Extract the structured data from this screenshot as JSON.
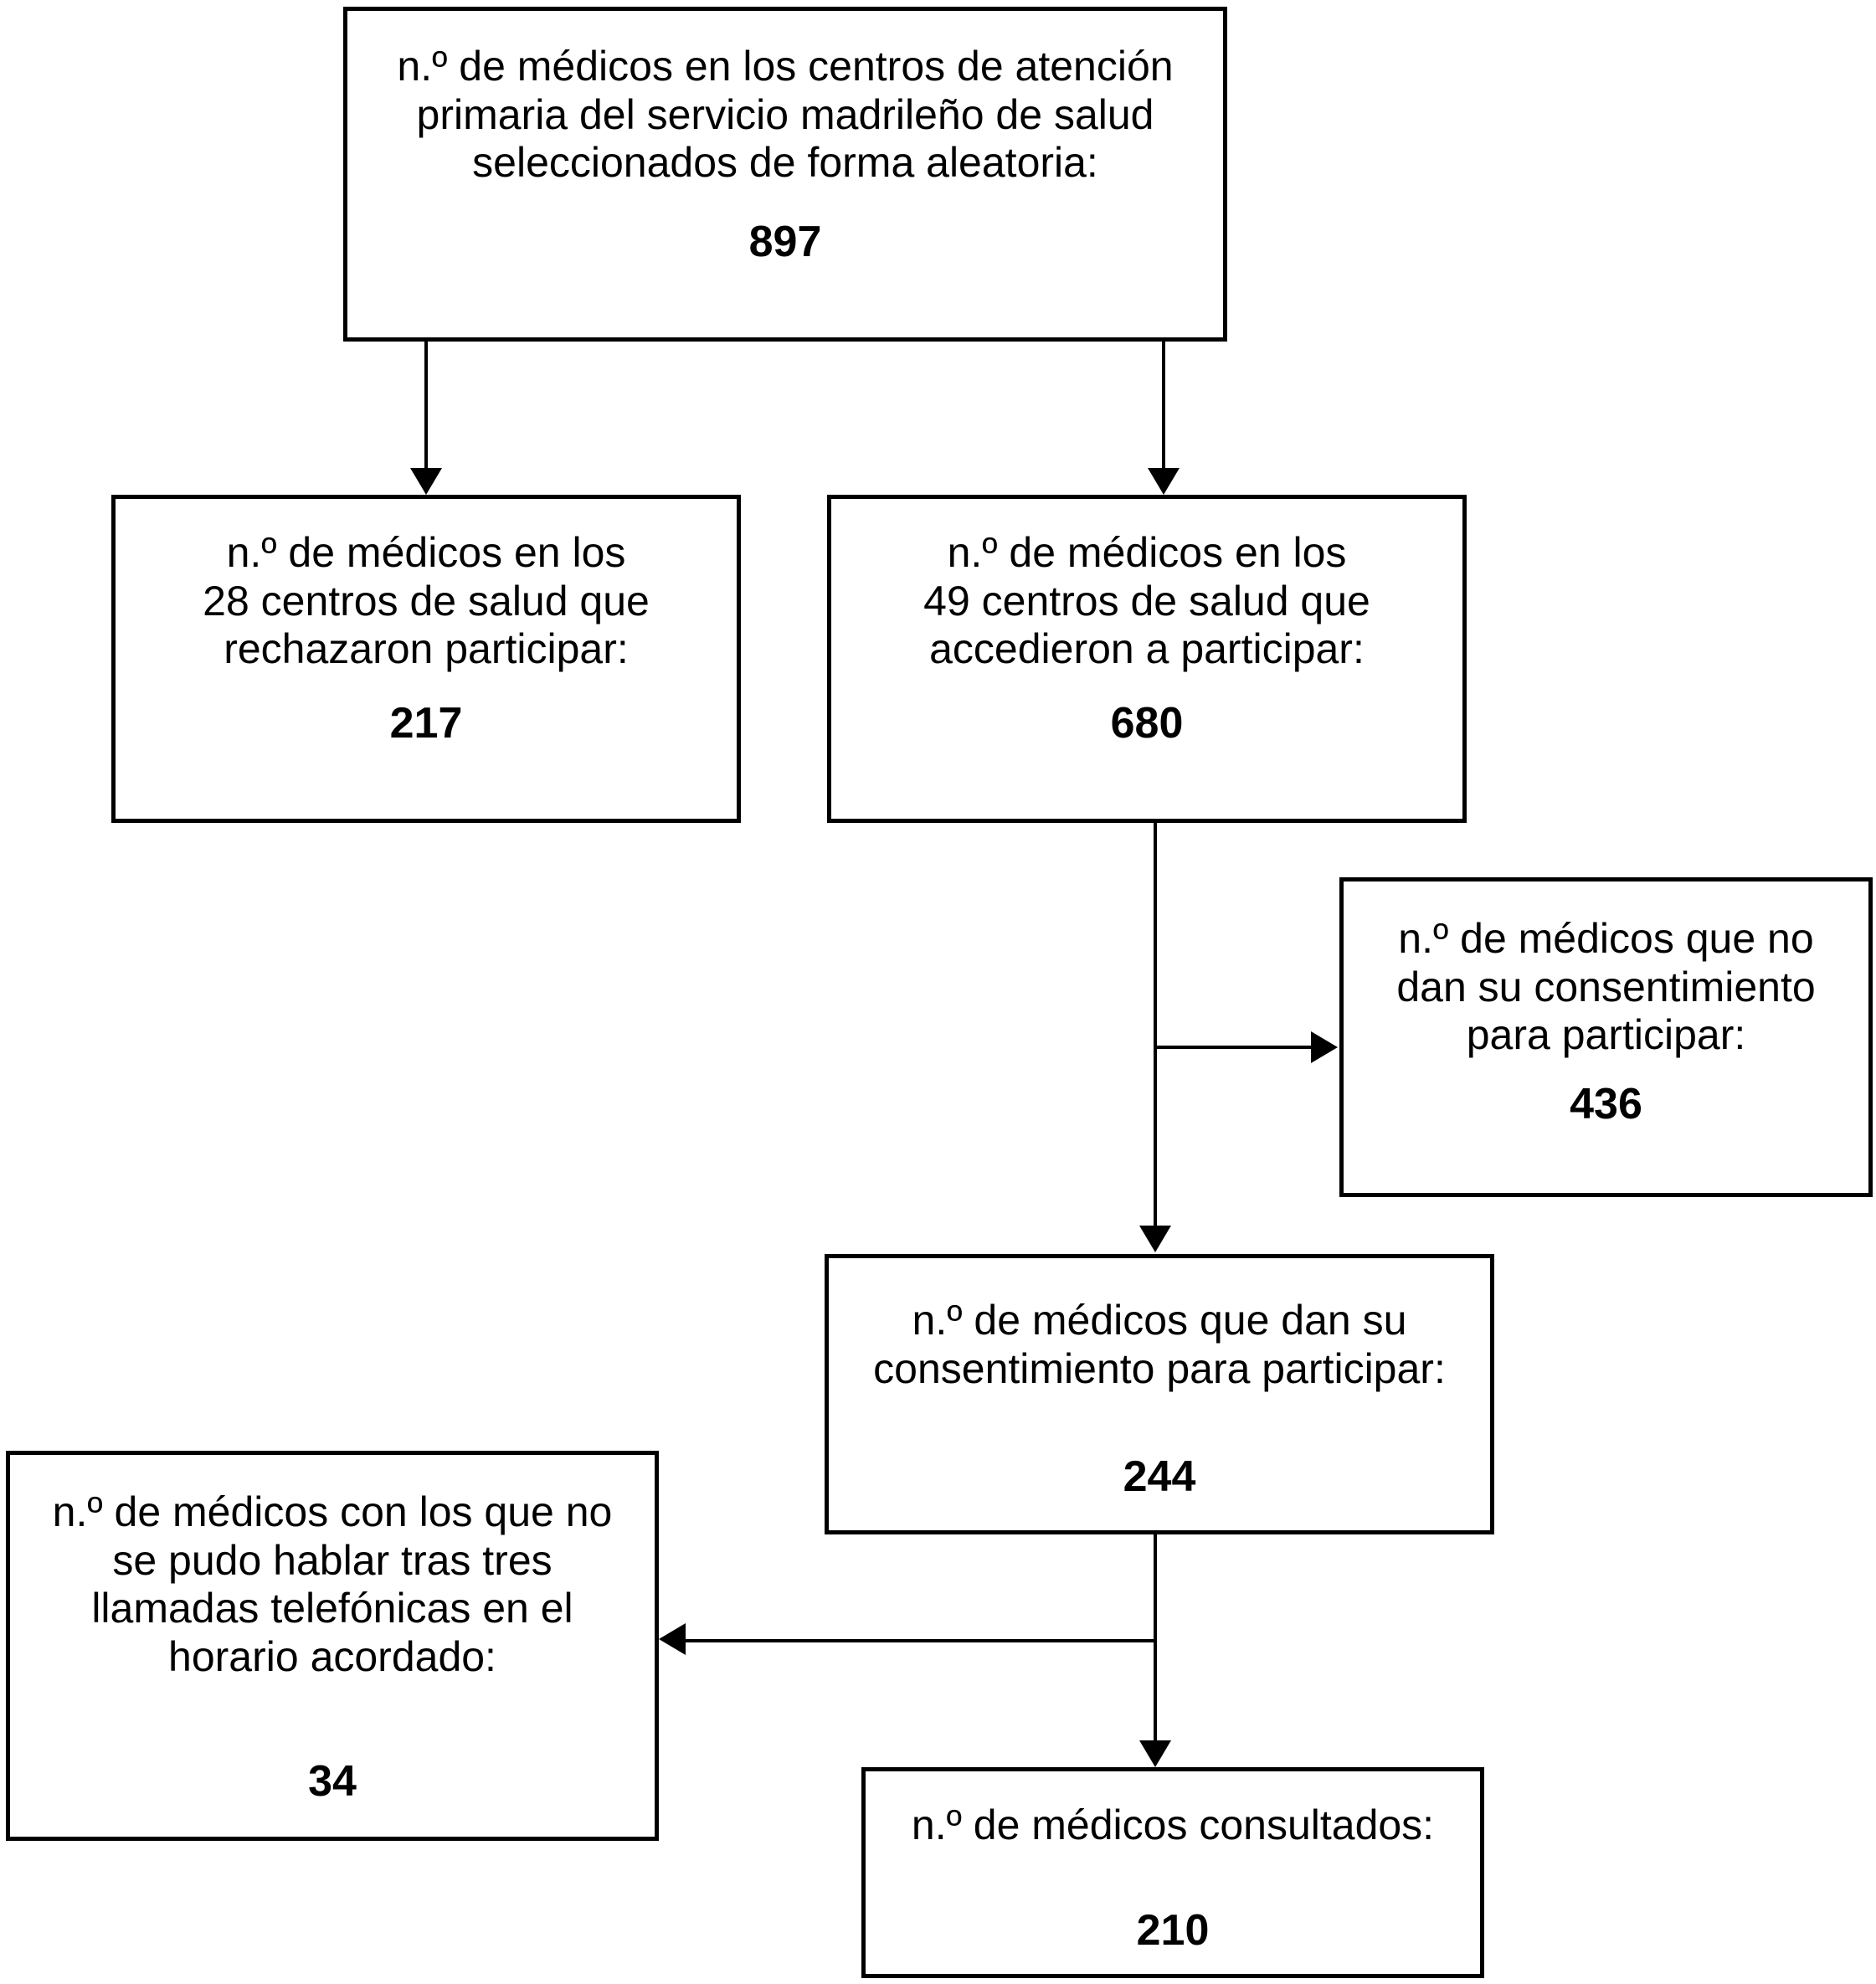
{
  "diagram": {
    "background_color": "#ffffff",
    "line_color": "#000000",
    "text_color": "#000000",
    "boxes": [
      {
        "id": "selected-total",
        "lines": [
          "n.º de médicos en los centros de atención",
          "primaria del servicio madrileño de salud",
          "seleccionados de forma aleatoria:"
        ],
        "value": "897"
      },
      {
        "id": "centers-refused",
        "lines": [
          "n.º de médicos en los",
          "28 centros de salud que",
          "rechazaron participar:"
        ],
        "value": "217"
      },
      {
        "id": "centers-agreed",
        "lines": [
          "n.º de médicos en los",
          "49 centros de salud que",
          "accedieron a participar:"
        ],
        "value": "680"
      },
      {
        "id": "no-consent",
        "lines": [
          "n.º de médicos que no",
          "dan su consentimiento",
          "para participar:"
        ],
        "value": "436"
      },
      {
        "id": "consent",
        "lines": [
          "n.º de médicos que dan su",
          "consentimiento para participar:"
        ],
        "value": "244"
      },
      {
        "id": "not-reached",
        "lines": [
          "n.º de médicos con los que no",
          "se pudo hablar tras tres",
          "llamadas telefónicas en el",
          "horario acordado:"
        ],
        "value": "34"
      },
      {
        "id": "consulted",
        "lines": [
          "n.º de médicos consultados:"
        ],
        "value": "210"
      }
    ]
  }
}
